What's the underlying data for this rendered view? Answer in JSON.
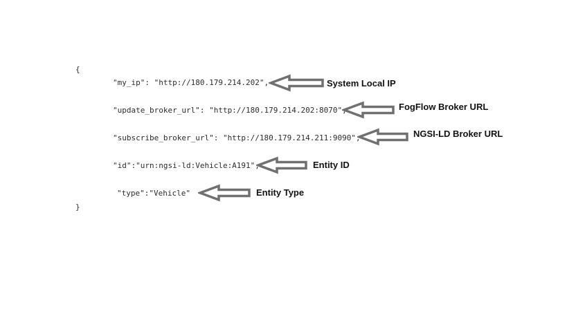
{
  "json_block": {
    "open_brace": "{",
    "close_brace": "}",
    "lines": [
      {
        "text": "\"my_ip\": \"http://180.179.214.202\",",
        "annotation": "System Local IP"
      },
      {
        "text": "\"update_broker_url\": \"http://180.179.214.202:8070\",",
        "annotation": "FogFlow Broker URL"
      },
      {
        "text": "\"subscribe_broker_url\": \"http://180.179.214.211:9090\",",
        "annotation": "NGSI-LD Broker URL"
      },
      {
        "text": "\"id\":\"urn:ngsi-ld:Vehicle:A191\",",
        "annotation": "Entity ID"
      },
      {
        "text": "\"type\":\"Vehicle\"",
        "annotation": "Entity Type"
      }
    ]
  },
  "colors": {
    "arrow_stroke": "#707070",
    "arrow_fill": "#ffffff",
    "code_text": "#2b2b2b",
    "label_text": "#111111"
  },
  "icons": {
    "annotation_arrow": "left-arrow-icon"
  }
}
